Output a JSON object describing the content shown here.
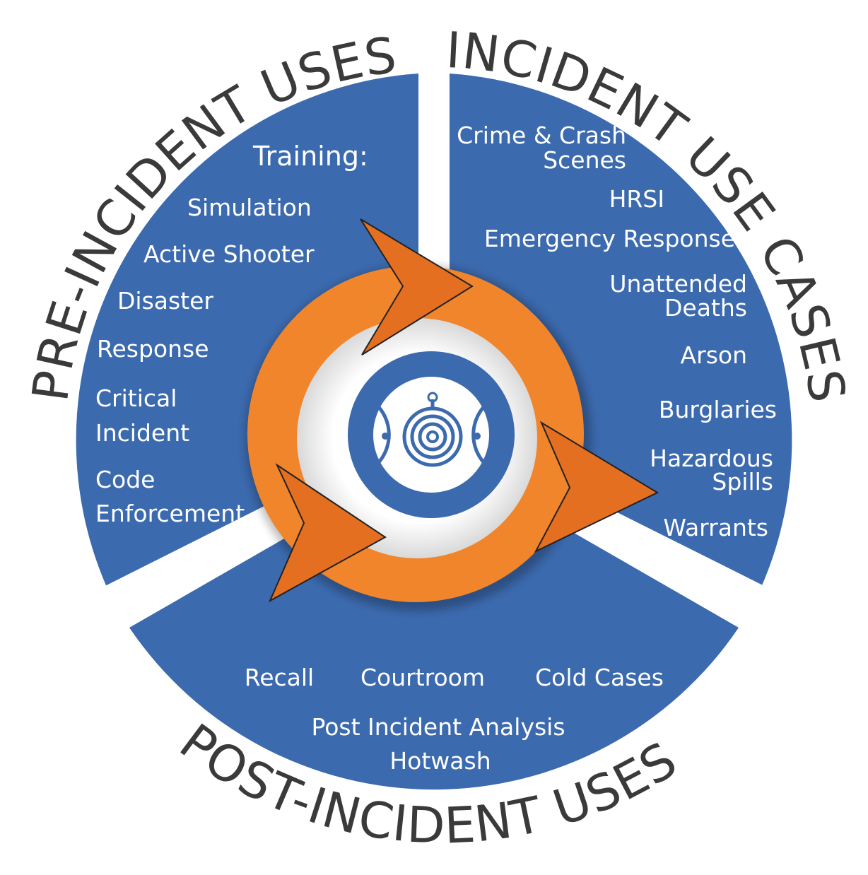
{
  "colors": {
    "sector_blue": "#3c6aae",
    "ring_orange": "#f0852c",
    "arrow_orange": "#e46f20",
    "title_gray": "#3a3a3a",
    "text_white": "#ffffff"
  },
  "titles": {
    "pre": "PRE-INCIDENT USES",
    "incident": "INCIDENT USE CASES",
    "post": "POST-INCIDENT USES"
  },
  "pre_incident": {
    "heading": "Training:",
    "items": [
      "Simulation",
      "Active Shooter",
      "Disaster",
      "Response",
      "Critical",
      "Incident",
      "Code",
      "Enforcement"
    ]
  },
  "incident": {
    "items": [
      "Crime & Crash",
      "Scenes",
      "HRSI",
      "Emergency Response",
      "Unattended",
      "Deaths",
      "Arson",
      "Burglaries",
      "Hazardous",
      "Spills",
      "Warrants"
    ]
  },
  "post_incident": {
    "items": [
      "Recall",
      "Courtroom",
      "Cold Cases",
      "Post Incident Analysis",
      "Hotwash"
    ]
  },
  "center": {
    "icon": "scanner-target-icon"
  }
}
